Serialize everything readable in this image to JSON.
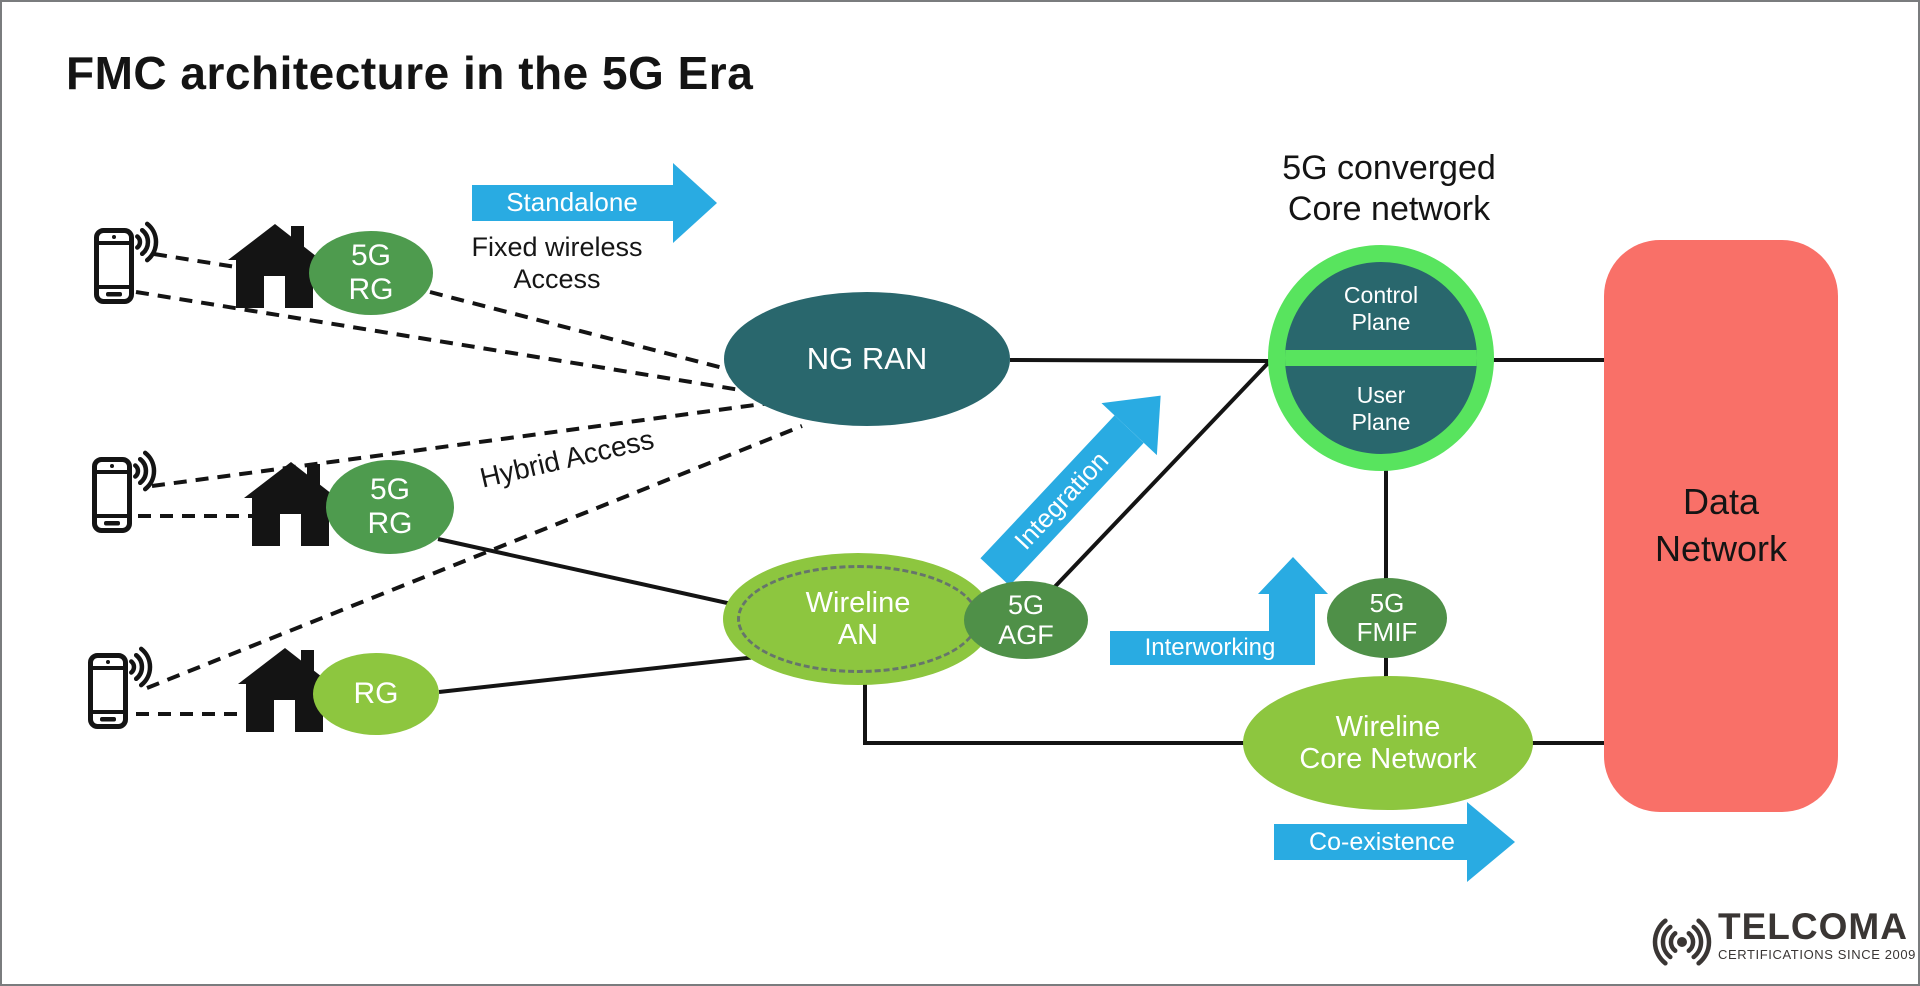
{
  "title": "FMC architecture in the 5G Era",
  "flow_labels": {
    "standalone": "Standalone",
    "fixed_wireless_access": "Fixed wireless\nAccess",
    "hybrid_access": "Hybrid Access",
    "integration": "Integration",
    "interworking": "Interworking",
    "coexistence": "Co-existence"
  },
  "nodes": {
    "rg_top": "5G\nRG",
    "rg_middle": "5G\nRG",
    "rg_bottom": "RG",
    "ng_ran": "NG RAN",
    "wireline_an": "Wireline\nAN",
    "agf_5g": "5G\nAGF",
    "core_title": "5G converged\nCore network",
    "control_plane": "Control\nPlane",
    "user_plane": "User\nPlane",
    "fmif_5g": "5G\nFMIF",
    "wireline_core": "Wireline\nCore Network",
    "data_network": "Data\nNetwork"
  },
  "logo": {
    "brand": "TELCOMA",
    "tagline": "CERTIFICATIONS SINCE 2009"
  },
  "colors": {
    "arrow_blue": "#29abe2",
    "teal": "#29676d",
    "green_medium": "#4e9b4e",
    "green_dark": "#4f9048",
    "lime": "#8dc63f",
    "ring_green": "#58e45e",
    "salmon": "#f97068",
    "ink": "#161616",
    "logo_gray": "#3a3634"
  }
}
